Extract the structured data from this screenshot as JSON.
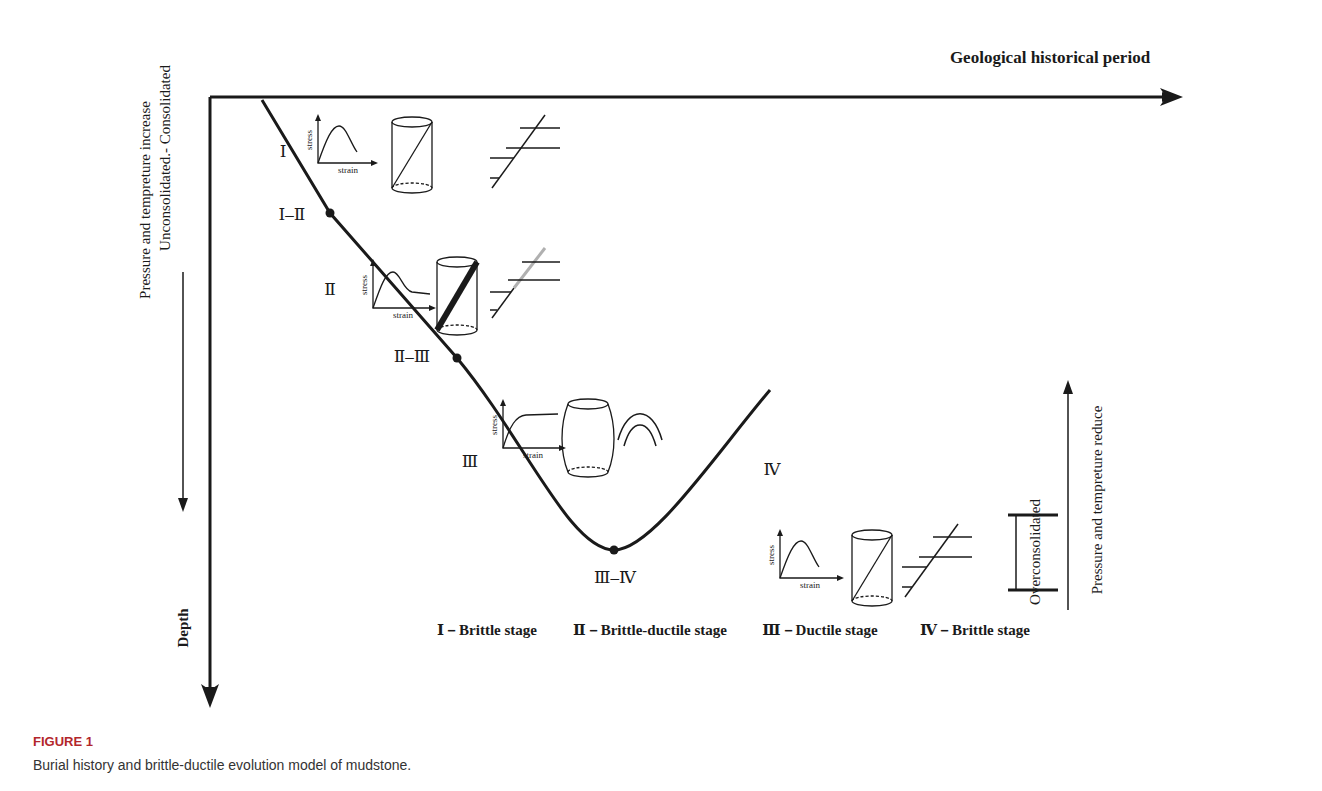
{
  "diagram": {
    "caption": "Burial history and brittle-ductile evolution model of mudstone.",
    "labels": [
      "Geological historical period",
      "Pressure and tempreture increase",
      "Unconsolidated.- Consolidated",
      "Depth",
      "Ⅰ",
      "Ⅰ–Ⅱ",
      "Ⅱ",
      "Ⅱ–Ⅲ",
      "Ⅲ",
      "Ⅲ–Ⅳ",
      "Ⅳ",
      "stress",
      "strain",
      "stress",
      "strain",
      "stress",
      "strain",
      "stress",
      "strain",
      "Overconsolidated",
      "Pressure and tempreture reduce",
      "Ⅰ－Brittle stage",
      "Ⅱ－Brittle-ductile stage",
      "Ⅲ－Ductile stage",
      "Ⅳ－Brittle stage",
      "FIGURE 1"
    ]
  }
}
